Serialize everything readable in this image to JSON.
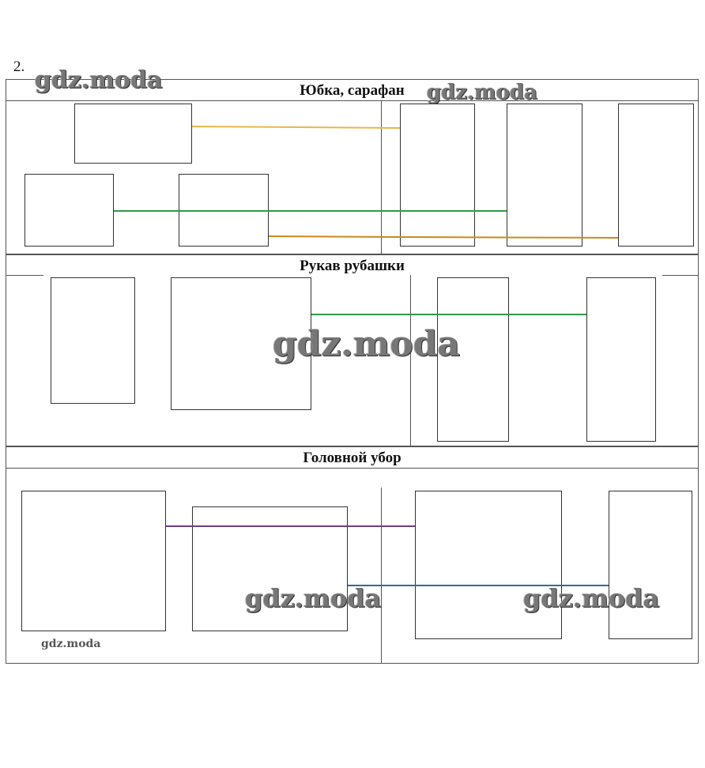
{
  "task_number": "2.",
  "sections": {
    "skirt": {
      "title": "Юбка, сарафан"
    },
    "sleeve": {
      "title": "Рукав рубашки"
    },
    "headwear": {
      "title": "Головной убор"
    }
  },
  "watermark": "gdz.moda",
  "colors": {
    "yellow": "#e6b84a",
    "green": "#2f9a4a",
    "orange": "#c98a1e",
    "purple": "#6a3f8a",
    "blue": "#2a6e9a"
  }
}
